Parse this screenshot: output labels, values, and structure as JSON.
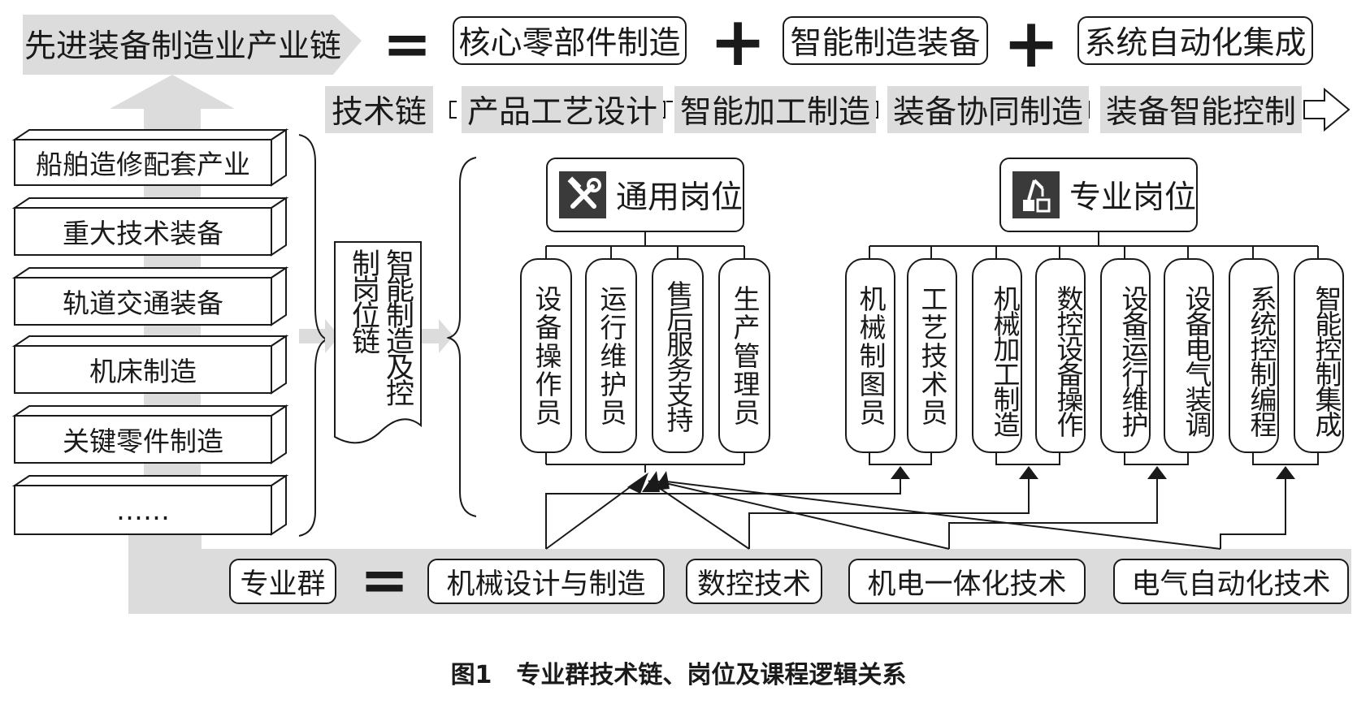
{
  "top_row": {
    "industry_chain": "先进装备制造业产业链",
    "equals_symbol": "=",
    "core_parts": "核心零部件制造",
    "plus_symbol": "+",
    "smart_equipment": "智能制造装备",
    "system_integration": "系统自动化集成"
  },
  "tech_chain": {
    "label": "技术链",
    "steps": [
      "产品工艺设计",
      "智能加工制造",
      "装备协同制造",
      "装备智能控制"
    ]
  },
  "industries": [
    "船舶造修配套产业",
    "重大技术装备",
    "轨道交通装备",
    "机床制造",
    "关键零件制造",
    "……"
  ],
  "job_chain_label": "智能制造及控制岗位链",
  "general_jobs": {
    "title": "通用岗位",
    "icon": "tools-icon",
    "items": [
      "设备操作员",
      "运行维护员",
      "售后服务支持",
      "生产管理员"
    ]
  },
  "special_jobs": {
    "title": "专业岗位",
    "icon": "robot-arm-icon",
    "items": [
      "机械制图员",
      "工艺技术员",
      "机械加工制造",
      "数控设备操作",
      "设备运行维护",
      "设备电气装调",
      "系统控制编程",
      "智能控制集成"
    ]
  },
  "major_group": {
    "label": "专业群",
    "equals_symbol": "=",
    "majors": [
      "机械设计与制造",
      "数控技术",
      "机电一体化技术",
      "电气自动化技术"
    ]
  },
  "caption": "图1　专业群技术链、岗位及课程逻辑关系"
}
